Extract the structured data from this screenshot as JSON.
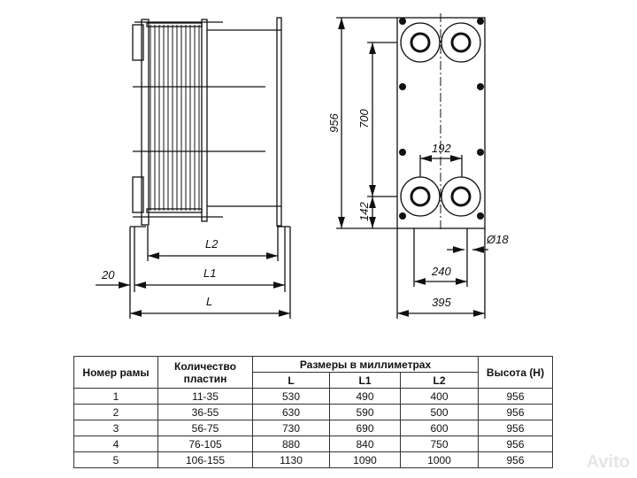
{
  "drawing": {
    "side_view": {
      "dim_L2": "L2",
      "dim_L1": "L1",
      "dim_L": "L",
      "dim_offset": "20"
    },
    "front_view": {
      "dim_height": "956",
      "dim_ports_vertical": "700",
      "dim_bottom": "142",
      "dim_ports_horizontal": "192",
      "dim_hole": "Ø18",
      "dim_feet": "240",
      "dim_width": "395"
    }
  },
  "table": {
    "header": {
      "frame_no": "Номер рамы",
      "plate_count": "Количество пластин",
      "sizes_group": "Размеры в миллиметрах",
      "col_L": "L",
      "col_L1": "L1",
      "col_L2": "L2",
      "height": "Высота (H)"
    },
    "rows": [
      [
        "1",
        "11-35",
        "530",
        "490",
        "400",
        "956"
      ],
      [
        "2",
        "36-55",
        "630",
        "590",
        "500",
        "956"
      ],
      [
        "3",
        "56-75",
        "730",
        "690",
        "600",
        "956"
      ],
      [
        "4",
        "76-105",
        "880",
        "840",
        "750",
        "956"
      ],
      [
        "5",
        "106-155",
        "1130",
        "1090",
        "1000",
        "956"
      ]
    ]
  },
  "watermark": "Avito"
}
